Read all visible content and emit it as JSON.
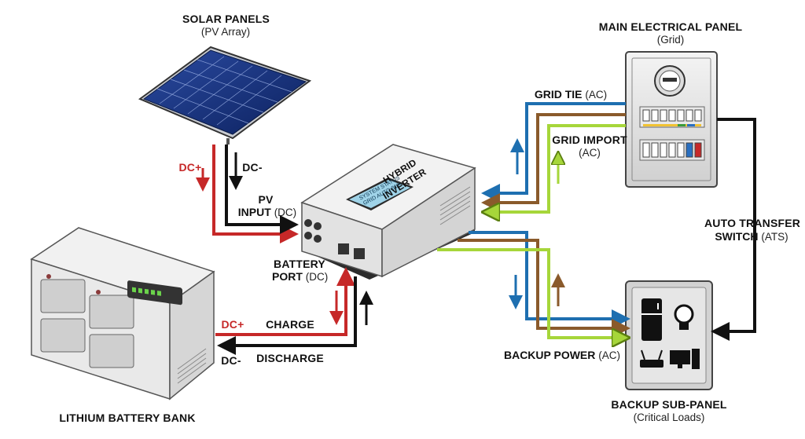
{
  "solar": {
    "title": "SOLAR PANELS",
    "subtitle": "(PV Array)"
  },
  "main_panel": {
    "title": "MAIN ELECTRICAL PANEL",
    "subtitle": "(Grid)"
  },
  "inverter": {
    "line1": "HYBRID",
    "line2": "INVERTER",
    "screen_lines": [
      "SYSTEM STATUS",
      "GRID",
      "AUTO",
      "81%"
    ]
  },
  "battery": {
    "title": "LITHIUM BATTERY BANK"
  },
  "sub_panel": {
    "title": "BACKUP SUB-PANEL",
    "subtitle": "(Critical Loads)"
  },
  "labels": {
    "dc_plus_pv": "DC+",
    "dc_minus_pv": "DC-",
    "pv_input_1": "PV",
    "pv_input_2": "INPUT",
    "pv_input_3": "(DC)",
    "battery_port_1": "BATTERY",
    "battery_port_2": "PORT",
    "battery_port_3": "(DC)",
    "dc_plus_batt": "DC+",
    "dc_minus_batt": "DC-",
    "charge": "CHARGE",
    "discharge": "DISCHARGE",
    "grid_tie_1": "GRID TIE",
    "grid_tie_2": "(AC)",
    "grid_import_1": "GRID IMPORT",
    "grid_import_2": "(AC)",
    "ats_1": "AUTO TRANSFER",
    "ats_2": "SWITCH",
    "ats_3": "(ATS)",
    "backup_power_1": "BACKUP POWER",
    "backup_power_2": "(AC)"
  },
  "colors": {
    "dc_positive": "#c62828",
    "dc_negative": "#111111",
    "ac_blue": "#1e6fb0",
    "ac_brown": "#8a5a2b",
    "ac_green": "#a6d63a"
  }
}
